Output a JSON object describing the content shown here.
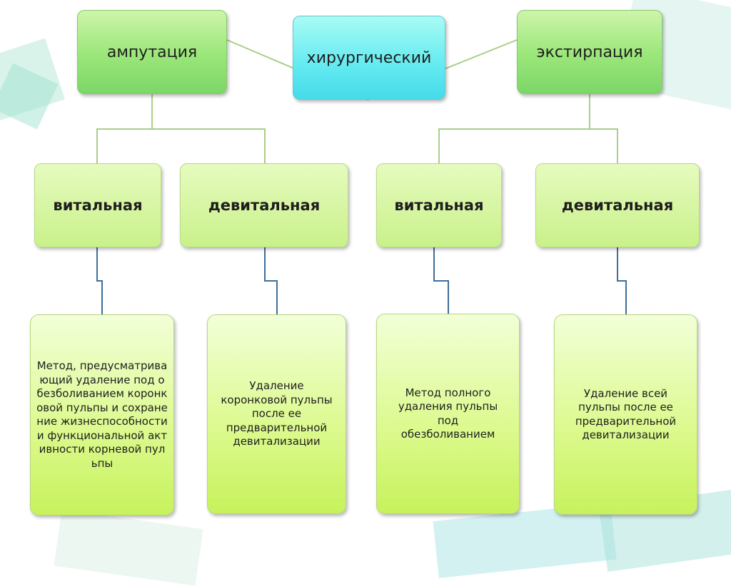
{
  "top": {
    "left": "ампутация",
    "center": "хирургический",
    "right": "экстирпация"
  },
  "mid": {
    "amp_vital": "витальная",
    "amp_devital": "девитальная",
    "ext_vital": "витальная",
    "ext_devital": "девитальная"
  },
  "desc": {
    "amp_vital": "Метод, предусматривающий удаление под обезболиванием коронковой пульпы и сохранение жизнеспособности и функциональной активности корневой пульпы",
    "amp_devital": "Удаление коронковой пульпы после ее предварительной девитализации",
    "ext_vital": "Метод полного удаления пульпы под обезболиванием",
    "ext_devital": "Удаление всей пульпы после ее предварительной девитализации"
  },
  "colors": {
    "green_line": "#a9cf8a",
    "blue_line": "#3f6e9a",
    "top_green": "#9ae679",
    "top_cyan": "#63eaf0",
    "mid_green": "#c9f18a",
    "desc_green": "#ddfa91"
  }
}
